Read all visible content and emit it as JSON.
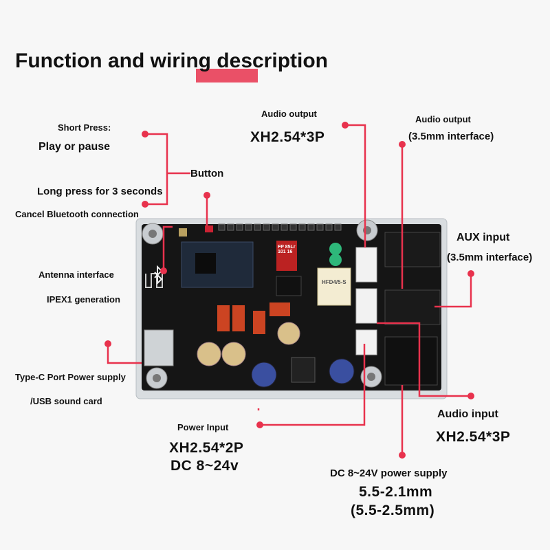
{
  "title": "Function and wiring description",
  "labels": {
    "short_press": "Short Press:",
    "play_pause": "Play or pause",
    "button": "Button",
    "long_press": "Long press for 3 seconds",
    "cancel_bt": "Cancel Bluetooth connection",
    "antenna": "Antenna interface",
    "ipex": "IPEX1 generation",
    "typec": "Type-C Port Power supply",
    "usb": "/USB sound card",
    "audio_out_1": "Audio output",
    "audio_out_1_spec": "XH2.54*3P",
    "audio_out_2": "Audio output",
    "audio_out_2_spec": "(3.5mm interface)",
    "aux": "AUX input",
    "aux_spec": "(3.5mm interface)",
    "audio_in": "Audio input",
    "audio_in_spec": "XH2.54*3P",
    "power_in": "Power Input",
    "power_in_spec": "XH2.54*2P",
    "power_in_volt": "DC 8~24v",
    "dc_supply": "DC 8~24V power supply",
    "dc_spec_1": "5.5-2.1mm",
    "dc_spec_2": "(5.5-2.5mm)"
  },
  "chip_marks": {
    "relay": "HFD4/5-S",
    "cap": "FP 85Lr 101 16"
  },
  "colors": {
    "accent": "#e8324d",
    "pcb": "#151515",
    "frame": "#d9dde0"
  }
}
